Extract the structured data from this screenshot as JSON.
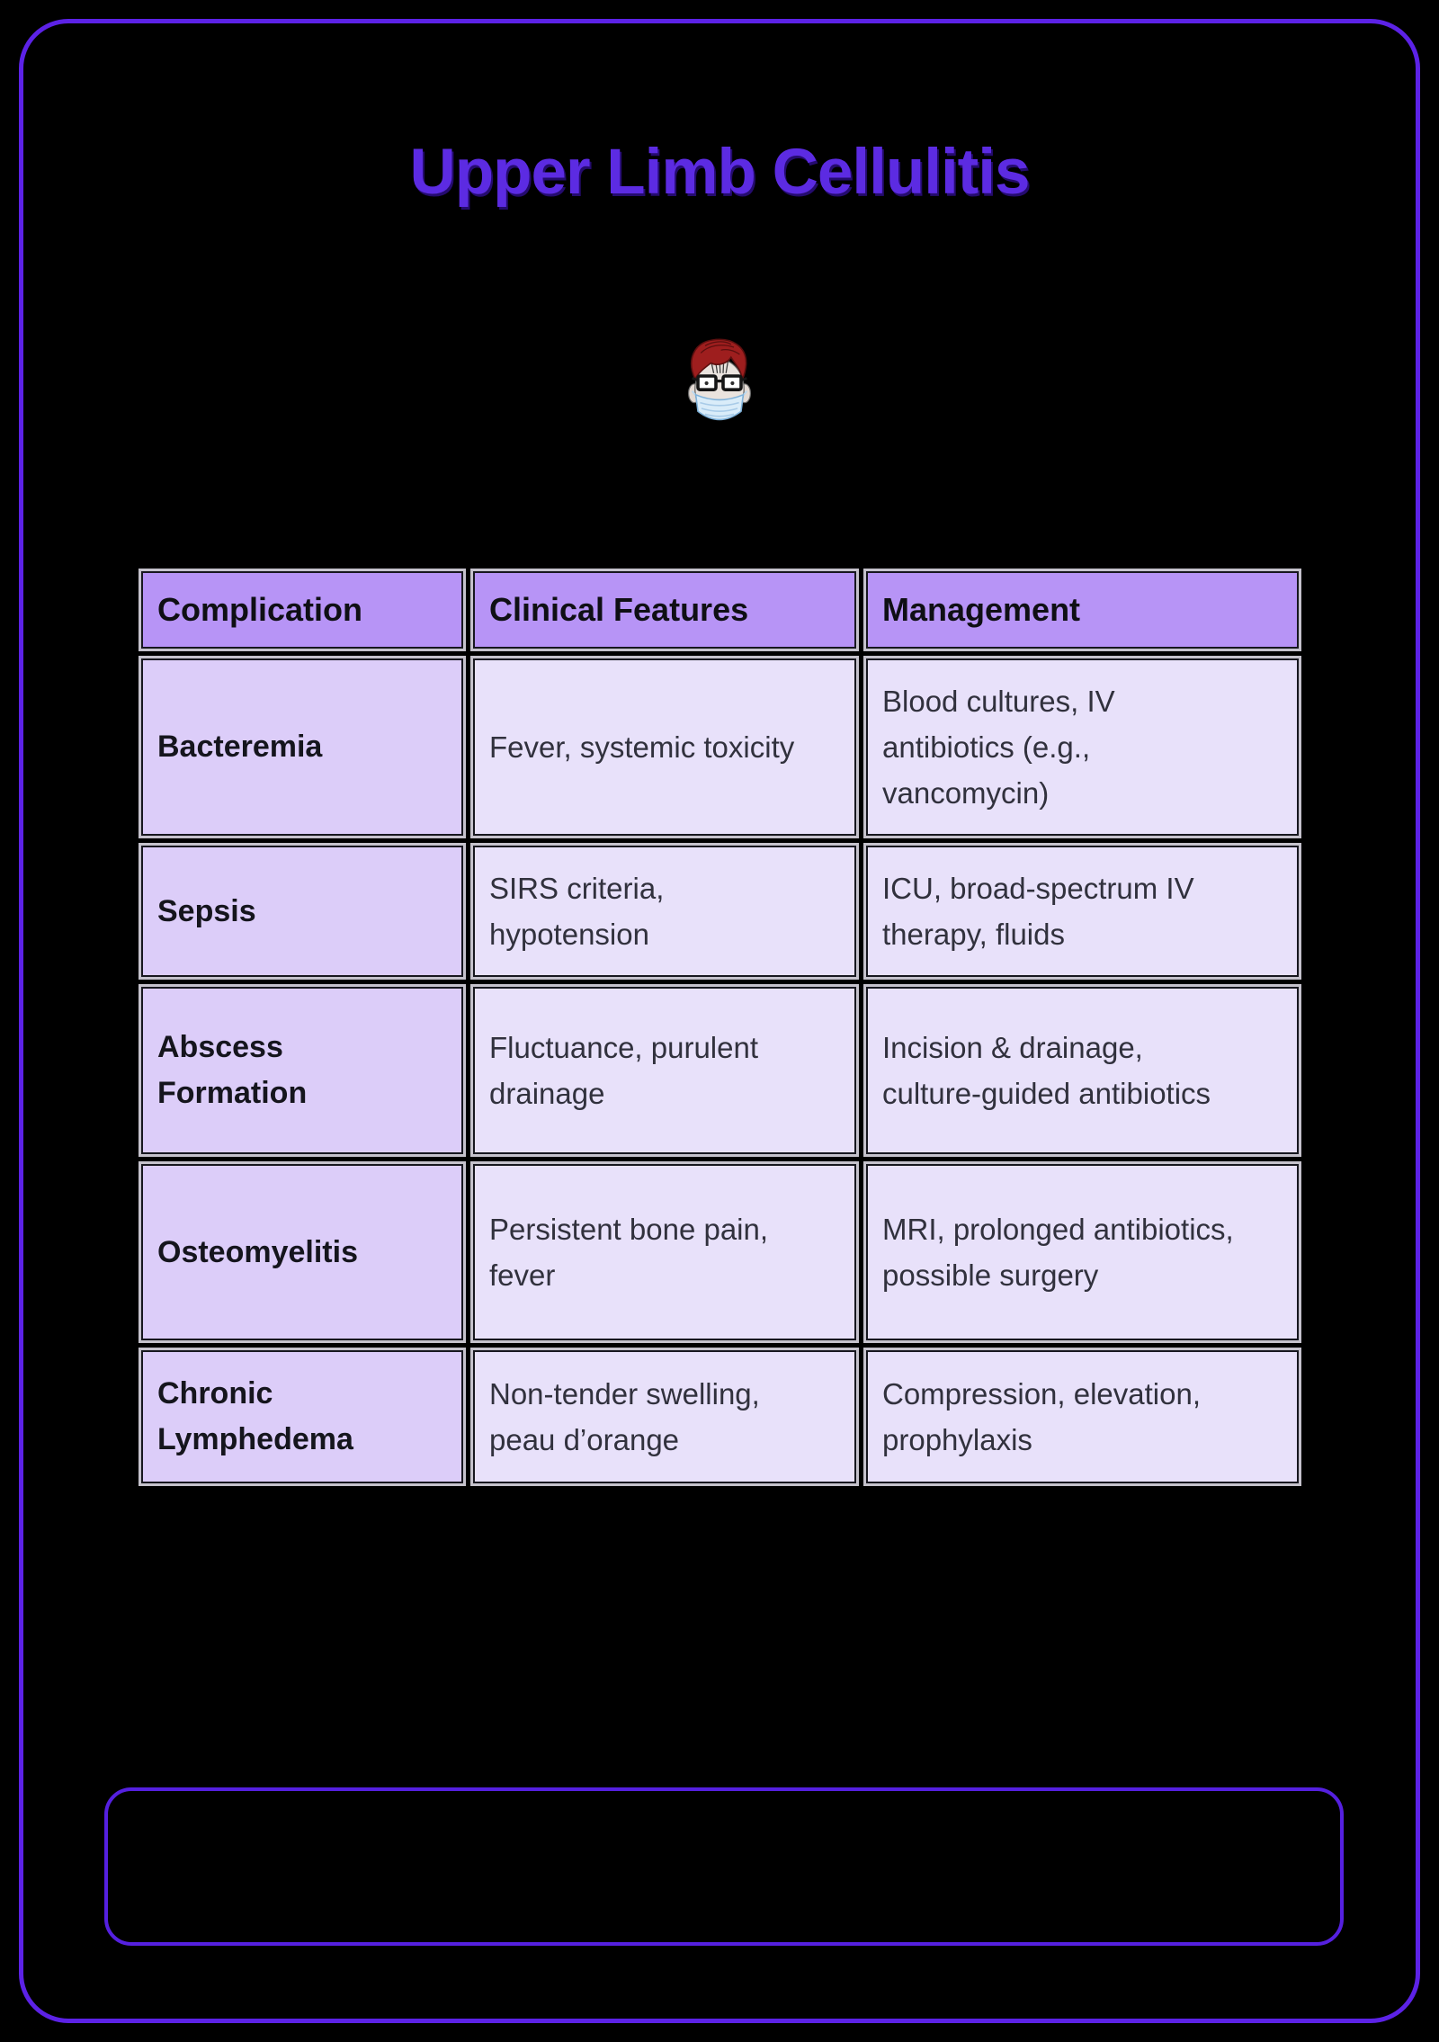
{
  "page": {
    "title": "Upper Limb Cellulitis",
    "background_color": "#000000",
    "frame_border_color": "#5c22e6",
    "title_color": "#5c2be2"
  },
  "avatar": {
    "icon": "masked-doctor-face-icon",
    "hair_color": "#9e1e1e",
    "mask_color": "#d9ecf9",
    "glasses_color": "#1a1a1a"
  },
  "table": {
    "header_bg": "#b794f6",
    "label_column_bg": "#dccdf9",
    "cell_bg": "#e8e1fa",
    "headers": [
      "Complication",
      "Clinical Features",
      "Management"
    ],
    "rows": [
      {
        "complication": "Bacteremia",
        "clinical_features": "Fever, systemic toxicity",
        "management": "Blood cultures, IV antibiotics (e.g., vancomycin)"
      },
      {
        "complication": "Sepsis",
        "clinical_features": "SIRS criteria, hypotension",
        "management": "ICU, broad-spectrum IV therapy, fluids"
      },
      {
        "complication": "Abscess Formation",
        "clinical_features": "Fluctuance, purulent drainage",
        "management": "Incision & drainage, culture-guided antibiotics"
      },
      {
        "complication": "Osteomyelitis",
        "clinical_features": "Persistent bone pain, fever",
        "management": "MRI, prolonged antibiotics, possible surgery"
      },
      {
        "complication": "Chronic Lymphedema",
        "clinical_features": "Non-tender swelling, peau d’orange",
        "management": "Compression, elevation, prophylaxis"
      }
    ]
  },
  "footer_box": {
    "border_color": "#5520e0",
    "content": ""
  }
}
